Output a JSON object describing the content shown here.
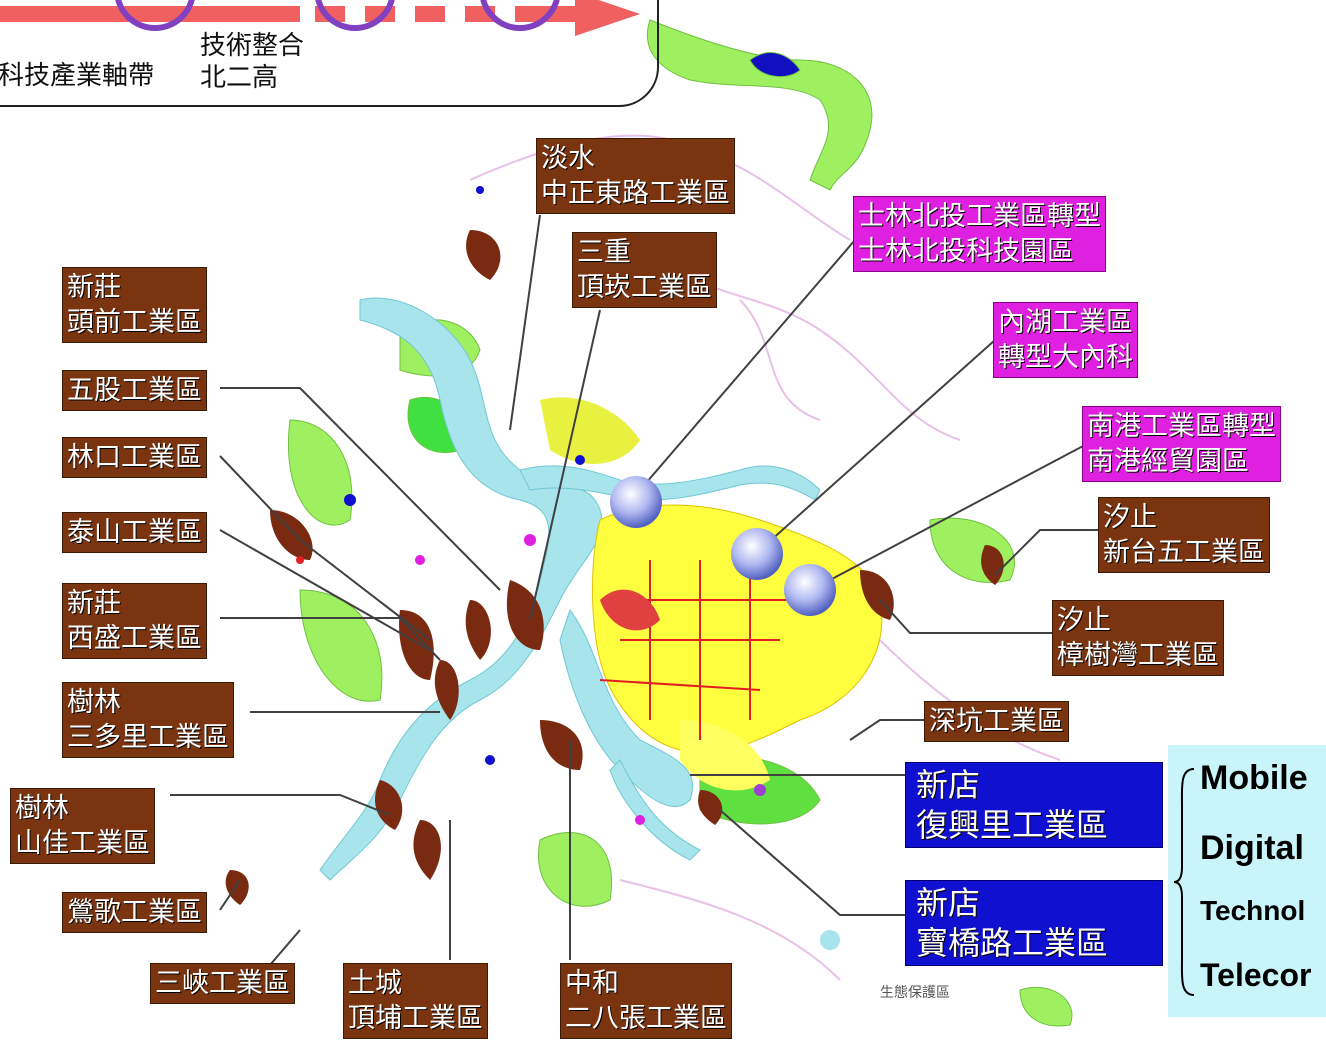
{
  "legend": {
    "axis_label": "科技產業軸帶",
    "tech_line1": "技術整合",
    "tech_line2": "北二高"
  },
  "labels": {
    "tamsui": [
      "淡水",
      "中正東路工業區"
    ],
    "sanchong": [
      "三重",
      "頂崁工業區"
    ],
    "shilin": [
      "士林北投工業區轉型",
      "士林北投科技園區"
    ],
    "neihu": [
      "內湖工業區",
      "轉型大內科"
    ],
    "nangang": [
      "南港工業區轉型",
      "南港經貿園區"
    ],
    "xizhi1": [
      "汐止",
      "新台五工業區"
    ],
    "xizhi2": [
      "汐止",
      "樟樹灣工業區"
    ],
    "shenkeng": [
      "深坑工業區"
    ],
    "xindian1": [
      "新店",
      "復興里工業區"
    ],
    "xindian2": [
      "新店",
      "寶橋路工業區"
    ],
    "xinzhuang1": [
      "新莊",
      "頭前工業區"
    ],
    "wugu": [
      "五股工業區"
    ],
    "linkou": [
      "林口工業區"
    ],
    "taishan": [
      "泰山工業區"
    ],
    "xinzhuang2": [
      "新莊",
      "西盛工業區"
    ],
    "shulin1": [
      "樹林",
      "三多里工業區"
    ],
    "shulin2": [
      "樹林",
      "山佳工業區"
    ],
    "yingge": [
      "鶯歌工業區"
    ],
    "sanxia": [
      "三峽工業區"
    ],
    "tucheng": [
      "土城",
      "頂埔工業區"
    ],
    "zhonghe": [
      "中和",
      "二八張工業區"
    ]
  },
  "tech_panel": {
    "items": [
      "Mobile",
      "Digital",
      "Technol",
      "Telecor"
    ]
  },
  "map_note": "生態保護區",
  "colors": {
    "brown_label": "#7a3410",
    "magenta_label": "#e020e0",
    "blue_label": "#1010d0",
    "river": "#a8e4ec",
    "urban_yellow": "#ffff40",
    "green": "#7ee860"
  }
}
